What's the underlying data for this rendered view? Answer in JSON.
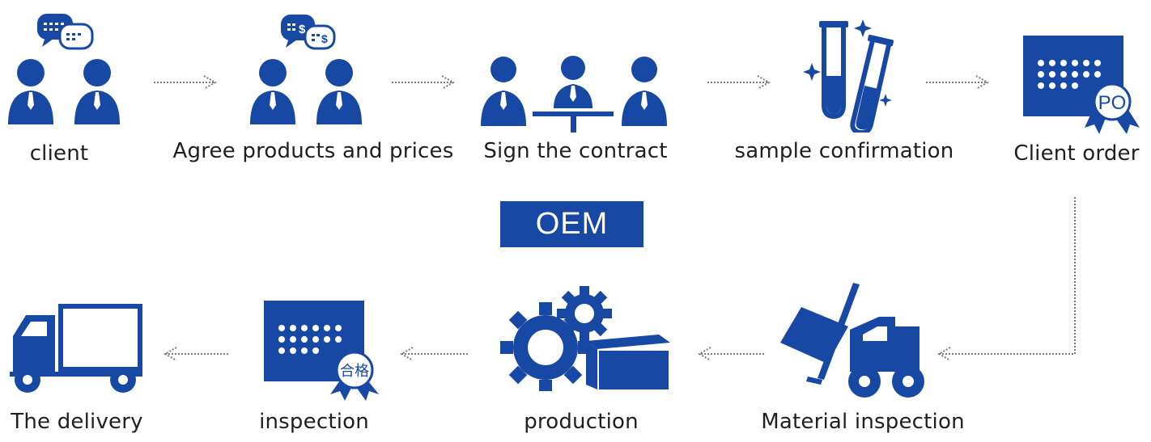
{
  "badge": {
    "text": "OEM"
  },
  "steps": [
    {
      "label": "client"
    },
    {
      "label": "Agree products and prices"
    },
    {
      "label": "Sign the contract"
    },
    {
      "label": "sample confirmation"
    },
    {
      "label": "Client order"
    },
    {
      "label": "Material inspection"
    },
    {
      "label": "production"
    },
    {
      "label": "inspection"
    },
    {
      "label": "The delivery"
    }
  ],
  "icons": {
    "client": "two-people-chat-icon",
    "agree": "two-people-price-chat-icon",
    "contract": "three-people-table-icon",
    "sample": "test-tubes-icon",
    "order": "purchase-order-certificate-icon",
    "material": "forklift-icon",
    "production": "gears-box-icon",
    "inspection": "qualified-certificate-icon",
    "delivery": "delivery-truck-icon"
  },
  "stamp": {
    "po": "PO",
    "qualified": "合格"
  },
  "colors": {
    "brand": "#1748a3",
    "arrow": "#7a7a7a",
    "text": "#1f1f1f"
  }
}
